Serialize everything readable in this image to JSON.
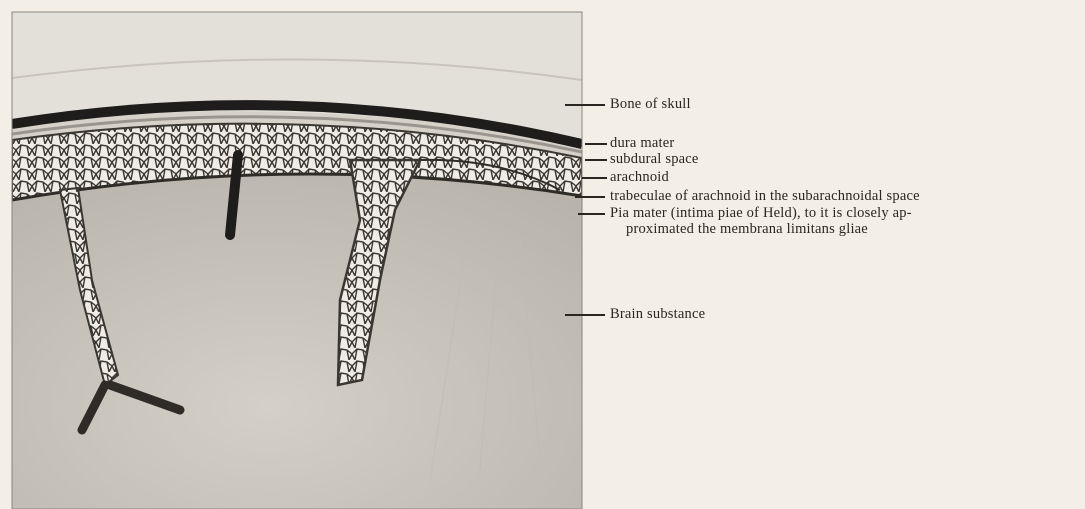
{
  "labels": {
    "bone_of_skull": "Bone of skull",
    "dura_mater": "dura mater",
    "subdural_space": "subdural space",
    "arachnoid": "arachnoid",
    "trabeculae": "trabeculae of arachnoid in the subarachnoidal space",
    "pia_mater_line1": "Pia mater (intima piae of Held), to it is closely ap-",
    "pia_mater_line2": "proximated the membrana limitans gliae",
    "brain_substance": "Brain substance"
  },
  "colors": {
    "paper": "#f3efe6",
    "photo_background": "#cfcbc3",
    "bone": "#dedbd4",
    "dura_dark": "#1f1d1b",
    "brain": "#c9c5bd",
    "trabecular_mesh": "#3a3631",
    "ink": "#2a2622"
  }
}
